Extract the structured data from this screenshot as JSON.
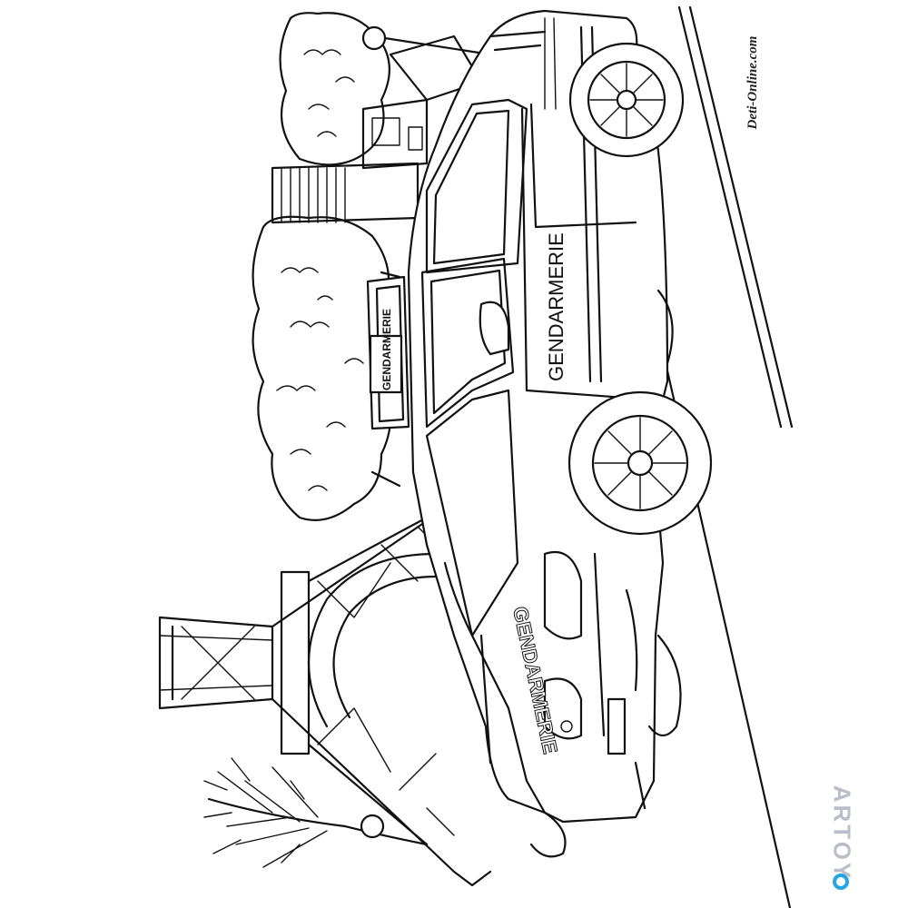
{
  "image": {
    "car_side_text": "GENDARMERIE",
    "car_hood_text": "GENDARMERIE",
    "lightbar_text": "GENDARMERIE",
    "credit_text": "Deti-Online.com",
    "watermark_text": "ARTOY"
  },
  "colors": {
    "line": "#111111",
    "background": "#ffffff",
    "watermark_gray": "#b9bec7",
    "watermark_blue": "#22a7e0"
  }
}
